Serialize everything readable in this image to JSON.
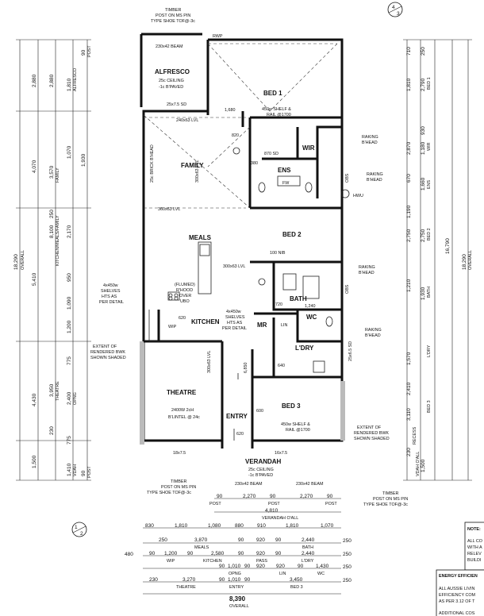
{
  "compass": {
    "top_right": "4",
    "top_right_sub": "3",
    "bottom_left": "1",
    "bottom_left_sub": "2"
  },
  "rooms": {
    "alfresco": "ALFRESCO",
    "bed1": "BED 1",
    "family": "FAMILY",
    "ens": "ENS",
    "wir": "WIR",
    "bed2": "BED 2",
    "meals": "MEALS",
    "bath": "BATH",
    "wc": "WC",
    "kitchen": "KITCHEN",
    "mr": "MR",
    "lin": "LIN",
    "ldry": "L'DRY",
    "theatre": "THEATRE",
    "entry": "ENTRY",
    "bed3": "BED 3",
    "verandah": "VERANDAH",
    "wip": "WIP"
  },
  "notes": {
    "timber_top_1": "TIMBER",
    "timber_top_2": "POST ON MS PIN",
    "timber_top_3": "TYPE SHOE TOF@-3c",
    "rwp_top": "RWP",
    "beam_alfresco": "230x42 BEAM",
    "alfresco_ceiling": "25c CEILING",
    "alfresco_paved": "-1c B'PAVED",
    "sd_alfresco": "25x7.5 SD",
    "lvl_240": "240x63 LVL",
    "bed1_shelf": "450w SHELF &",
    "bed1_rail": "RAIL @1700",
    "dim_1680": "1,680",
    "family_brick": "25c BRICK B'HEAD",
    "lvl_300_family": "300x63 LVL",
    "lvl_360": "360x63 LVL",
    "sd_870": "870 SD",
    "raking_bhead_1": "RAKING",
    "raking_bhead_1b": "B'HEAD",
    "raking_bhead_2": "RAKING",
    "raking_bhead_2b": "B'HEAD",
    "hwu": "HWU",
    "fw": "FW",
    "obs": "OBS",
    "nib_100": "100 NIB",
    "lvl_300_meals": "300x63 LVL",
    "flumed_1": "(FLUMED)",
    "flumed_2": "R'HOOD",
    "flumed_3": "OVER",
    "flumed_4": "UBO",
    "shelves_left_1": "4x450w",
    "shelves_left_2": "SHELVES",
    "shelves_left_3": "HTS AS",
    "shelves_left_4": "PER DETAIL",
    "shelves_right_1": "4x450w",
    "shelves_right_2": "SHELVES",
    "shelves_right_3": "HTS AS",
    "shelves_right_4": "PER DETAIL",
    "raking_bhead_3": "RAKING",
    "raking_bhead_3b": "B'HEAD",
    "raking_bhead_4": "RAKING",
    "raking_bhead_4b": "B'HEAD",
    "extent_left_1": "EXTENT OF",
    "extent_left_2": "RENDERED BWK",
    "extent_left_3": "SHOWN SHADED",
    "extent_right_1": "EXTENT OF",
    "extent_right_2": "RENDERED BWK",
    "extent_right_3": "SHOWN SHADED",
    "theatre_opening_1": "2400W 2cH",
    "theatre_opening_2": "B'LINTEL @ 24c",
    "bed3_shelf_1": "450w SHELF &",
    "bed3_shelf_2": "RAIL @1700",
    "verandah_ceiling": "25c CEILING",
    "verandah_paved": "-1c B'PAVED",
    "sd_verandah": "16x7.5",
    "sd_left": "18x7.5",
    "timber_bl_1": "TIMBER",
    "timber_bl_2": "POST ON MS PIN",
    "timber_bl_3": "TYPE SHOE TOF@-3c",
    "timber_br_1": "TIMBER",
    "timber_br_2": "POST ON MS PIN",
    "timber_br_3": "TYPE SHOE TOF@-3c",
    "beam_ver_1": "230x42 BEAM",
    "beam_ver_2": "230x42 BEAM",
    "sd_ldry": "25x6.5 SD",
    "dim_620": "620",
    "dim_720": "720",
    "dim_1240": "1,240",
    "dim_820": "820",
    "dim_600": "600",
    "dim_640": "640",
    "dim_380": "380",
    "dim_6850": "6,850",
    "dim_5410": "5,410"
  },
  "left_dims": {
    "overall": "18,290",
    "overall_word": "OVERALL",
    "alfresco": "2,880",
    "family": "4,070",
    "kitchen": "5,410",
    "theatre": "4,430",
    "verandah": "1,500",
    "inner_2880": "2,880",
    "inner_3570": "3,570",
    "inner_8100": "8,100",
    "inner_3950": "3,950",
    "inner_2400": "2,400",
    "label_alfresco": "ALFRESCO",
    "label_family": "FAMILY",
    "label_kmf": "KITCHEN/MEALS/FAMILY",
    "label_theatre": "THEATRE",
    "label_opng": "OPNG",
    "label_post": "POST",
    "label_vdah": "VDAH",
    "seg_90": "90",
    "seg_250": "250",
    "seg_1810": "1,810",
    "seg_1070": "1,070",
    "seg_1930": "1,930",
    "seg_2170": "2,170",
    "seg_950": "950",
    "seg_1090": "1,090",
    "seg_1200": "1,200",
    "seg_775": "775",
    "seg_230": "230",
    "seg_1410": "1,410"
  },
  "right_dims": {
    "overall": "18,290",
    "overall_word": "OVERALL",
    "inner": "16,790",
    "seg_710": "710",
    "seg_250": "250",
    "seg_1810": "1,810",
    "seg_2790": "2,790",
    "label_bed1": "BED 1",
    "seg_2870": "2,870",
    "seg_930": "930",
    "seg_1180": "1,180",
    "label_wir": "WIR",
    "seg_670": "670",
    "seg_1660": "1,660",
    "label_ens": "ENS",
    "seg_1190": "1,190",
    "seg_2750": "2,750",
    "label_bed2": "BED 2",
    "seg_1210": "1,210",
    "seg_1930": "1,930",
    "label_bath": "BATH",
    "seg_1570": "1,570",
    "label_ldry": "L'DRY",
    "seg_2410": "2,410",
    "seg_3110": "3,110",
    "label_bed3": "BED 3",
    "label_recess": "RECESS",
    "seg_230": "230",
    "seg_1500": "1,500",
    "label_vdah": "VDAH O'ALL"
  },
  "bottom_dims": {
    "verandah_posts": [
      "90",
      "2,270",
      "90",
      "2,270",
      "90"
    ],
    "verandah_post_labels": [
      "POST",
      "POST",
      "POST"
    ],
    "verandah_width": "4,810",
    "verandah_oall": "VERANDAH O'ALL",
    "row1": [
      "830",
      "1,810",
      "1,080",
      "880",
      "910",
      "1,810",
      "1,070"
    ],
    "row2": [
      "250",
      "3,870",
      "90",
      "920",
      "90",
      "2,440",
      "250"
    ],
    "row2_labels": [
      "MEALS",
      "BATH"
    ],
    "row3": [
      "90",
      "1,200",
      "90",
      "2,580",
      "90",
      "920",
      "90",
      "2,440",
      "250"
    ],
    "row3_labels": [
      "WIP",
      "KITCHEN",
      "PASS",
      "L'DRY"
    ],
    "row4": [
      "90",
      "1,010",
      "90",
      "920",
      "920",
      "90",
      "1,430",
      "250"
    ],
    "row4_labels": [
      "OPNG",
      "LIN",
      "WC"
    ],
    "row5": [
      "230",
      "3,270",
      "90",
      "1,010",
      "90",
      "3,450",
      "250"
    ],
    "row5_labels": [
      "THEATRE",
      "ENTRY",
      "BED 3"
    ],
    "left_480": "480",
    "overall": "8,390",
    "overall_word": "OVERALL"
  },
  "note_box": {
    "title": "NOTE:",
    "lines": [
      "ALL CO",
      "WITH A",
      "RELEV",
      "BUILDI"
    ]
  },
  "energy_box": {
    "title": "ENERGY EFFICIEN",
    "lines": [
      "ALL AUSSIE LIVIN",
      "EFFICIENCY COM",
      "AS PER 3.12 OF T",
      "",
      "ADDITIONAL COS"
    ]
  }
}
